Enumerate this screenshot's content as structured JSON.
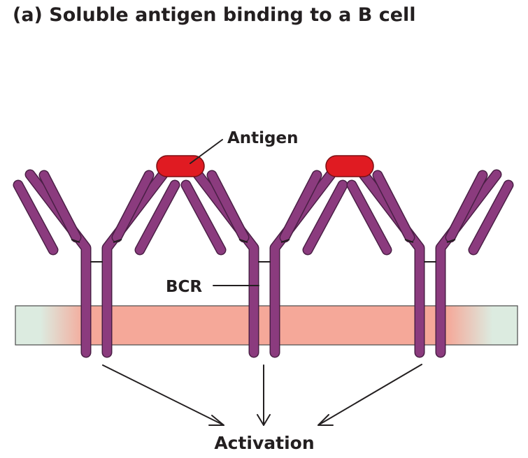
{
  "title": "(a) Soluble antigen binding to a B cell",
  "labels": {
    "antigen": "Antigen",
    "bcr": "BCR",
    "activation": "Activation"
  },
  "colors": {
    "receptor": "#8b3b7e",
    "receptor_outline": "#4a1f45",
    "antigen": "#e01b22",
    "membrane": "#f5a899",
    "membrane_edge": "#dcebe0",
    "text": "#231f20"
  }
}
